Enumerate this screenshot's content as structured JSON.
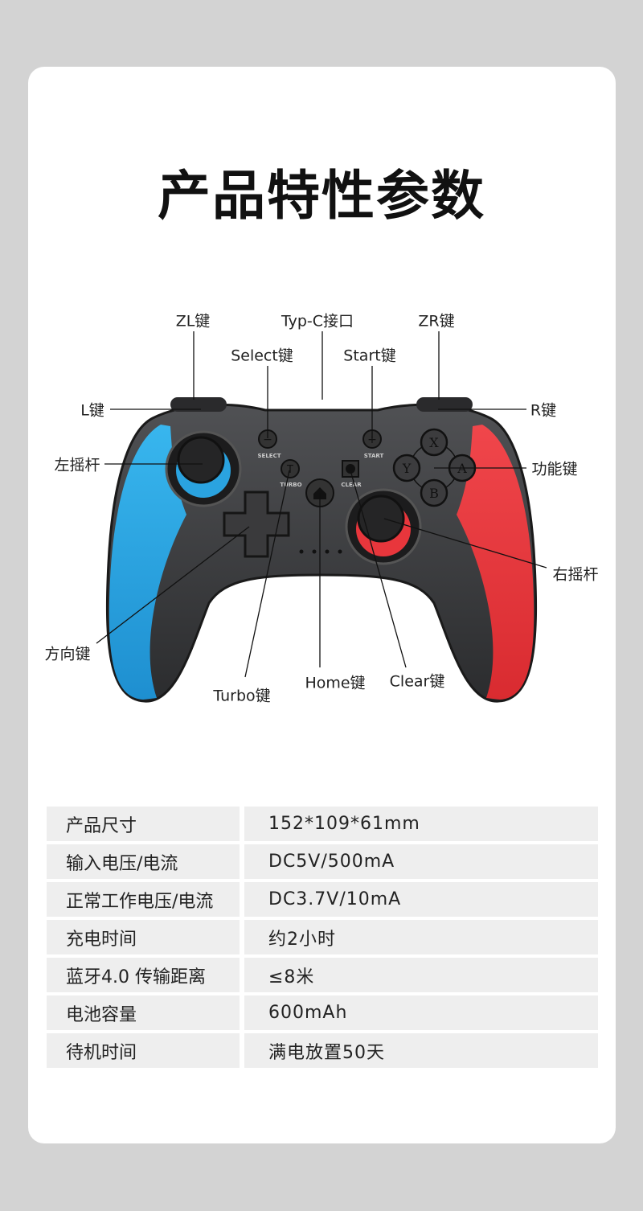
{
  "title": "产品特性参数",
  "labels": {
    "zl": "ZL键",
    "typec": "Typ-C接口",
    "zr": "ZR键",
    "select": "Select键",
    "start": "Start键",
    "l": "L键",
    "r": "R键",
    "left_stick": "左摇杆",
    "function": "功能键",
    "right_stick": "右摇杆",
    "dpad": "方向键",
    "turbo": "Turbo键",
    "home": "Home键",
    "clear": "Clear键"
  },
  "controller_text": {
    "select": "SELECT",
    "start": "START",
    "turbo": "TURBO",
    "clear": "CLEAR",
    "x": "X",
    "y": "Y",
    "a": "A",
    "b": "B",
    "minus": "−",
    "plus": "+",
    "t": "T"
  },
  "colors": {
    "blue": "#2aa3e0",
    "red": "#e8363c",
    "body": "#3a3b3d"
  },
  "specs": [
    {
      "name": "产品尺寸",
      "value": "152*109*61mm"
    },
    {
      "name": "输入电压/电流",
      "value": "DC5V/500mA"
    },
    {
      "name": "正常工作电压/电流",
      "value": "DC3.7V/10mA"
    },
    {
      "name": "充电时间",
      "value": "约2小时"
    },
    {
      "name": "蓝牙4.0 传输距离",
      "value": "≤8米"
    },
    {
      "name": "电池容量",
      "value": "600mAh"
    },
    {
      "name": "待机时间",
      "value": "满电放置50天"
    }
  ]
}
